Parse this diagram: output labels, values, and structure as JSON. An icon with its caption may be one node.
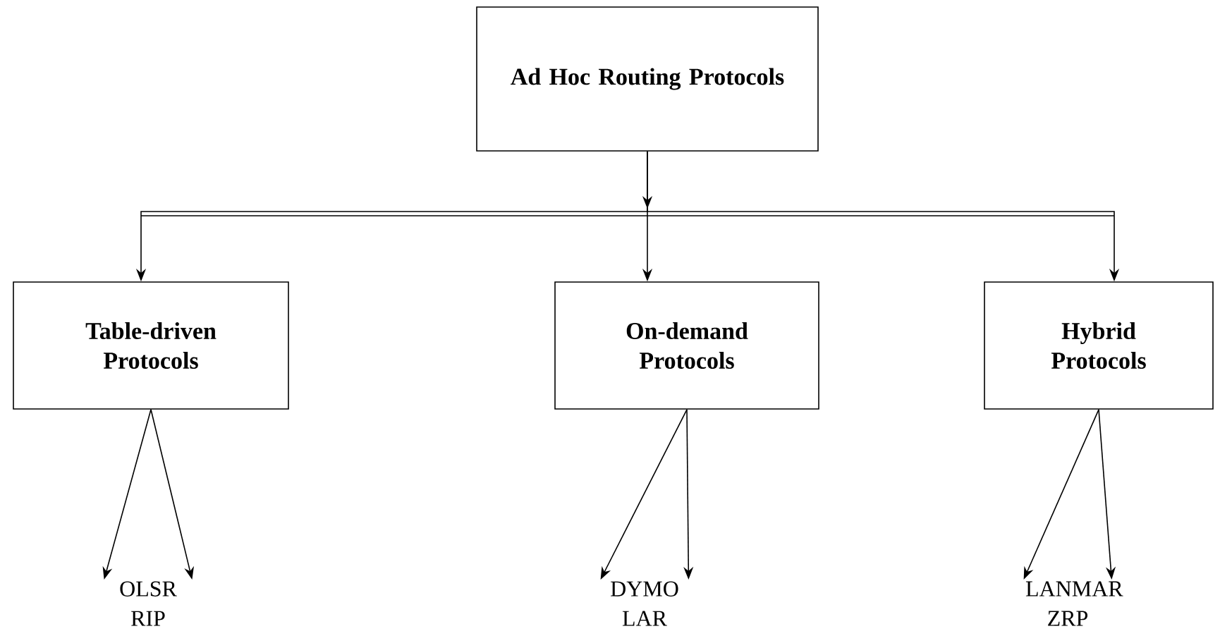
{
  "diagram": {
    "nodes": [
      {
        "text": [
          "Ad Hoc Routing Protocols"
        ]
      },
      {
        "text": [
          "Table-driven Protocols"
        ]
      },
      {
        "text": [
          "On-demand Protocols"
        ]
      },
      {
        "text": [
          "Hybrid Protocols"
        ]
      },
      {
        "text": [
          "OLSR RIP"
        ]
      },
      {
        "text": [
          "DYMO LAR"
        ]
      },
      {
        "text": [
          "LANMAR ZRP"
        ]
      }
    ],
    "edges": [
      {
        "from": 0,
        "to": 1,
        "arrow": "to"
      },
      {
        "from": 0,
        "to": 2,
        "arrow": "to"
      },
      {
        "from": 0,
        "to": 3,
        "arrow": "to"
      },
      {
        "from": 1,
        "to": 4,
        "arrow": "to"
      },
      {
        "from": 1,
        "to": 4,
        "arrow": "to"
      },
      {
        "from": 2,
        "to": 5,
        "arrow": "to"
      },
      {
        "from": 2,
        "to": 5,
        "arrow": "to"
      },
      {
        "from": 3,
        "to": 6,
        "arrow": "to"
      },
      {
        "from": 3,
        "to": 6,
        "arrow": "to"
      }
    ]
  }
}
